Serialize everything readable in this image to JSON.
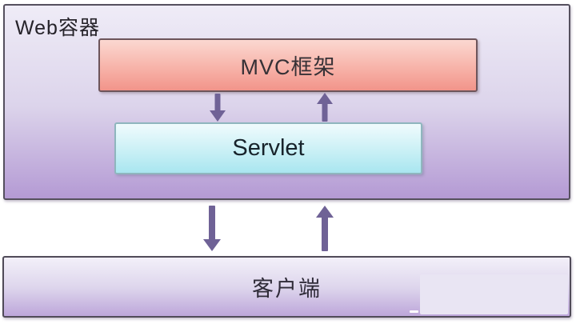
{
  "diagram": {
    "type": "architecture-diagram",
    "web_container": {
      "label": "Web容器"
    },
    "mvc_box": {
      "label": "MVC框架"
    },
    "servlet_box": {
      "label": "Servlet"
    },
    "client_box": {
      "label": "客户端"
    },
    "arrows": [
      {
        "id": "mvc-to-servlet",
        "direction": "down"
      },
      {
        "id": "servlet-to-mvc",
        "direction": "up"
      },
      {
        "id": "container-to-client",
        "direction": "down"
      },
      {
        "id": "client-to-container",
        "direction": "up"
      }
    ],
    "colors": {
      "container_top": "#efecf7",
      "container_mid": "#dcd4eb",
      "container_bottom": "#b49ad4",
      "container_border": "#55505e",
      "mvc_top": "#fbd8d1",
      "mvc_mid": "#f7b3a9",
      "mvc_bottom": "#f2948a",
      "mvc_border": "#6d555b",
      "servlet_top": "#f0fbfd",
      "servlet_mid": "#cdf1f6",
      "servlet_bottom": "#a9e6f0",
      "servlet_border": "#8fb6be",
      "client_top": "#f3f0f9",
      "client_mid": "#ddd5ec",
      "client_bottom": "#bda6da",
      "client_border": "#504b58",
      "arrow": "#6f6296",
      "patch": "#e9e5f3",
      "text": "#26232a"
    }
  }
}
